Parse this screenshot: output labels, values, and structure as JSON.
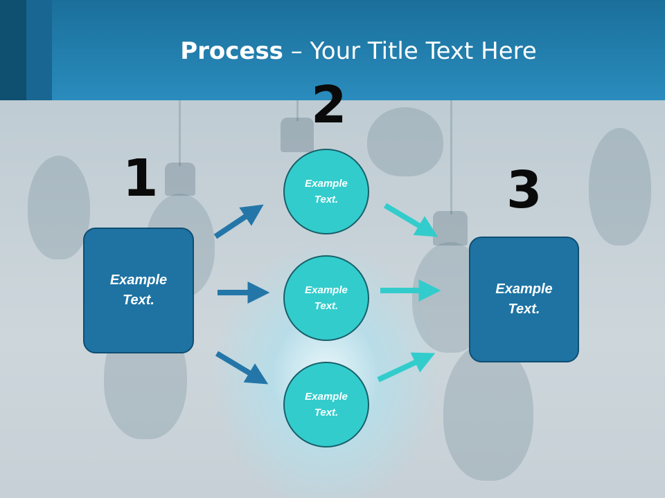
{
  "header": {
    "title_bold": "Process",
    "title_rest": " – Your Title Text Here"
  },
  "steps": {
    "step1_number": "1",
    "step2_number": "2",
    "step3_number": "3"
  },
  "nodes": {
    "left_box": "Example\nText.",
    "circle_top": "Example\nText.",
    "circle_middle": "Example\nText.",
    "circle_bottom": "Example\nText.",
    "right_box": "Example\nText."
  },
  "colors": {
    "header": "#2a8cbd",
    "box_fill": "#1e73a3",
    "circle_fill": "#33cccc",
    "arrow_left": "#2476a8",
    "arrow_right": "#33cccc"
  }
}
